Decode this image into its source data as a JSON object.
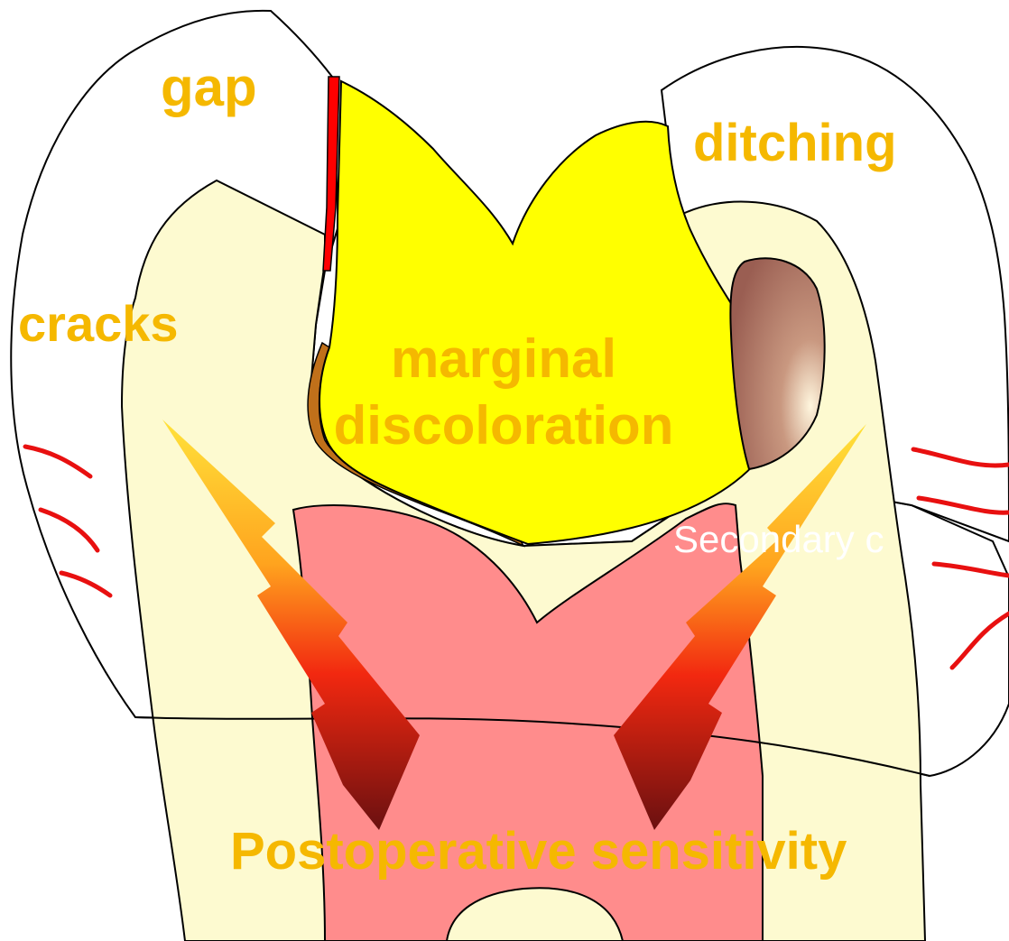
{
  "labels": {
    "gap": "gap",
    "ditching": "ditching",
    "cracks": "cracks",
    "marginal_line1": "marginal",
    "marginal_line2": "discoloration",
    "secondary": "Secondary c",
    "sensitivity": "Postoperative sensitivity"
  },
  "colors": {
    "label": "#f5b800",
    "secondary_label": "#ffffff",
    "enamel": "#ffffff",
    "dentin": "#fdfad0",
    "pulp": "#ff8c8c",
    "restoration": "#ffff00",
    "gap_line": "#ff0000",
    "discoloration_edge": "#c0701a",
    "caries": "#a06a5a",
    "crack_marks": "#e81010",
    "outline": "#000000"
  }
}
